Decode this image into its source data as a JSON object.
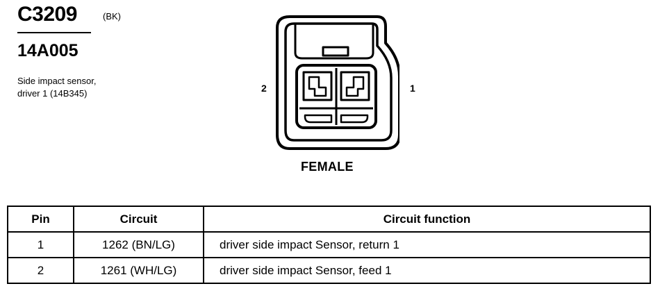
{
  "connector": {
    "id": "C3209",
    "color_code": "(BK)",
    "part_number": "14A005",
    "description_line1": "Side impact sensor,",
    "description_line2": "driver 1 (14B345)"
  },
  "diagram": {
    "pin_left_label": "2",
    "pin_right_label": "1",
    "gender": "FEMALE"
  },
  "table": {
    "headers": [
      "Pin",
      "Circuit",
      "Circuit function"
    ],
    "rows": [
      {
        "pin": "1",
        "circuit": "1262 (BN/LG)",
        "function": "driver side impact Sensor, return 1"
      },
      {
        "pin": "2",
        "circuit": "1261 (WH/LG)",
        "function": "driver side impact Sensor, feed 1"
      }
    ]
  }
}
